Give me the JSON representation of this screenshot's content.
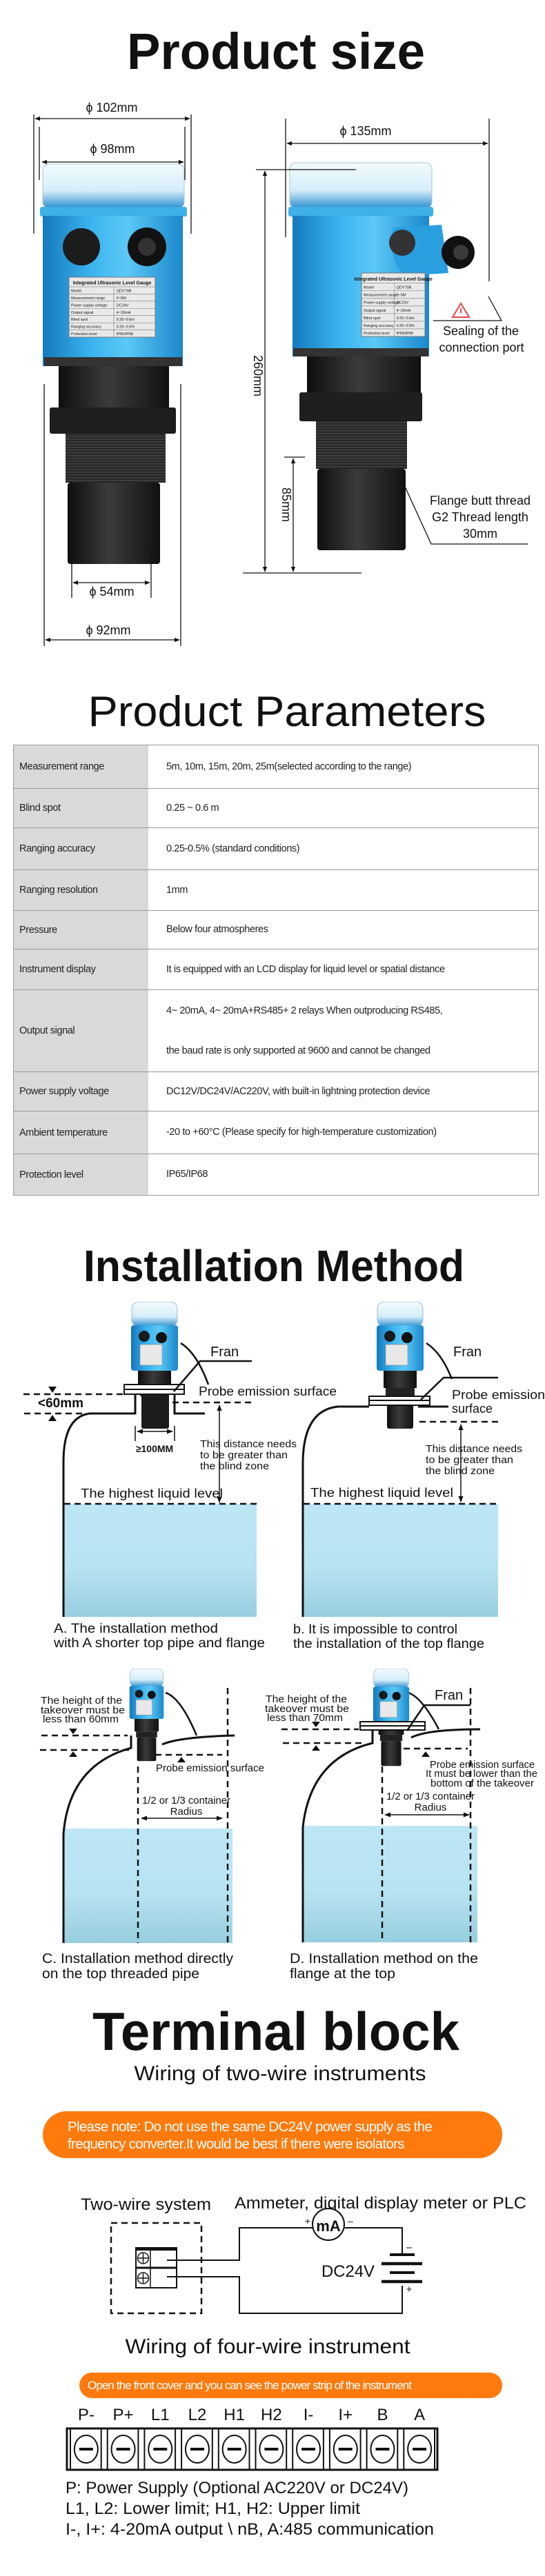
{
  "colors": {
    "accent_orange": "#ff7a0c",
    "device_blue": "#2aa4e6",
    "liquid": "#bde6f5"
  },
  "product_size": {
    "title": "Product size",
    "dims": {
      "d102": "ϕ 102mm",
      "d98": "ϕ 98mm",
      "d54": "ϕ 54mm",
      "d92": "ϕ 92mm",
      "d135": "ϕ 135mm",
      "h260": "260mm",
      "h85": "85mm"
    },
    "sealing_note": [
      "Sealing of the",
      "connection port"
    ],
    "flange_note": [
      "Flange butt thread",
      "G2 Thread length",
      "30mm"
    ],
    "device_label": {
      "title": "Integrated Ultrasonic Level Gauge",
      "rows": [
        [
          "Model",
          "QDY70B"
        ],
        [
          "Measurement range",
          "0~5M"
        ],
        [
          "Power supply voltage",
          "DC24V"
        ],
        [
          "Output signal",
          "4~20mA"
        ],
        [
          "Blind spot",
          "0.25~0.6m"
        ],
        [
          "Ranging accuracy",
          "0.25~0.5%"
        ],
        [
          "Protection level",
          "IP65/IP68"
        ]
      ]
    }
  },
  "parameters": {
    "title": "Product Parameters",
    "rows": [
      {
        "label": "Measurement range",
        "value": "5m, 10m, 15m, 20m, 25m(selected according to the range)"
      },
      {
        "label": "Blind spot",
        "value": "0.25 ~ 0.6 m"
      },
      {
        "label": "Ranging accuracy",
        "value": "0.25-0.5% (standard conditions)"
      },
      {
        "label": "Ranging resolution",
        "value": "1mm"
      },
      {
        "label": "Pressure",
        "value": "Below four atmospheres"
      },
      {
        "label": "Instrument display",
        "value": "It is equipped with an LCD display for liquid level or spatial distance"
      },
      {
        "label": "Output signal",
        "value": "4~ 20mA, 4~ 20mA+RS485+ 2 relays    When outproducing RS485,",
        "value2": "the baud rate is only supported at 9600 and cannot be changed"
      },
      {
        "label": "Power supply voltage",
        "value": "DC12V/DC24V/AC220V, with built-in lightning protection device"
      },
      {
        "label": "Ambient temperature",
        "value": "-20 to +60°C (Please specify for high-temperature customization)"
      },
      {
        "label": "Protection level",
        "value": "IP65/IP68"
      }
    ]
  },
  "installation": {
    "title": "Installation Method",
    "a": {
      "fran": "Fran",
      "probe": "Probe emission surface",
      "lt60": "<60mm",
      "gte100": "≥100MM",
      "distance": [
        "This distance needs",
        "to be greater than",
        "the blind zone"
      ],
      "highest": "The highest liquid level",
      "caption": [
        "A. The installation method",
        "with A shorter top pipe and flange"
      ]
    },
    "b": {
      "fran": "Fran",
      "probe": [
        "Probe emission",
        "surface"
      ],
      "distance": [
        "This distance needs",
        "to be greater than",
        "the blind zone"
      ],
      "highest": "The highest liquid level",
      "caption": [
        "b. It is impossible to control",
        "the installation of the top flange"
      ]
    },
    "c": {
      "height": [
        "The height of the",
        "takeover must be",
        "less than 60mm"
      ],
      "probe": "Probe emission surface",
      "radius": [
        "1/2 or 1/3 container",
        "Radius"
      ],
      "caption": [
        "C. Installation method directly",
        "on the top threaded pipe"
      ]
    },
    "d": {
      "fran": "Fran",
      "height": [
        "The height of the",
        "takeover must be",
        "less than 70mm"
      ],
      "probe": [
        "Probe emission surface",
        "It must be lower than the",
        "bottom of the takeover"
      ],
      "radius": [
        "1/2 or 1/3 container",
        "Radius"
      ],
      "caption": [
        "D. Installation method on the",
        "flange at the top"
      ]
    }
  },
  "terminal": {
    "title": "Terminal block",
    "two_wire": {
      "subtitle": "Wiring of two-wire instruments",
      "note": [
        "Please note: Do not use the same DC24V power supply as the",
        "frequency converter.It would be best if there were isolators"
      ],
      "system_label": "Two-wire system",
      "meter_label": "Ammeter, digital display meter or PLC",
      "meter": "mA",
      "supply": "DC24V",
      "plus": "+",
      "minus": "–"
    },
    "four_wire": {
      "subtitle": "Wiring of four-wire instrument",
      "note": "Open the front cover and you can see the power strip of the instrument",
      "terminals": [
        "P-",
        "P+",
        "L1",
        "L2",
        "H1",
        "H2",
        "I-",
        "I+",
        "B",
        "A"
      ],
      "legend": [
        "P: Power Supply (Optional AC220V or DC24V)",
        "L1, L2: Lower limit; H1, H2: Upper limit",
        "I-, I+: 4-20mA output \\ nB, A:485 communication"
      ]
    }
  }
}
